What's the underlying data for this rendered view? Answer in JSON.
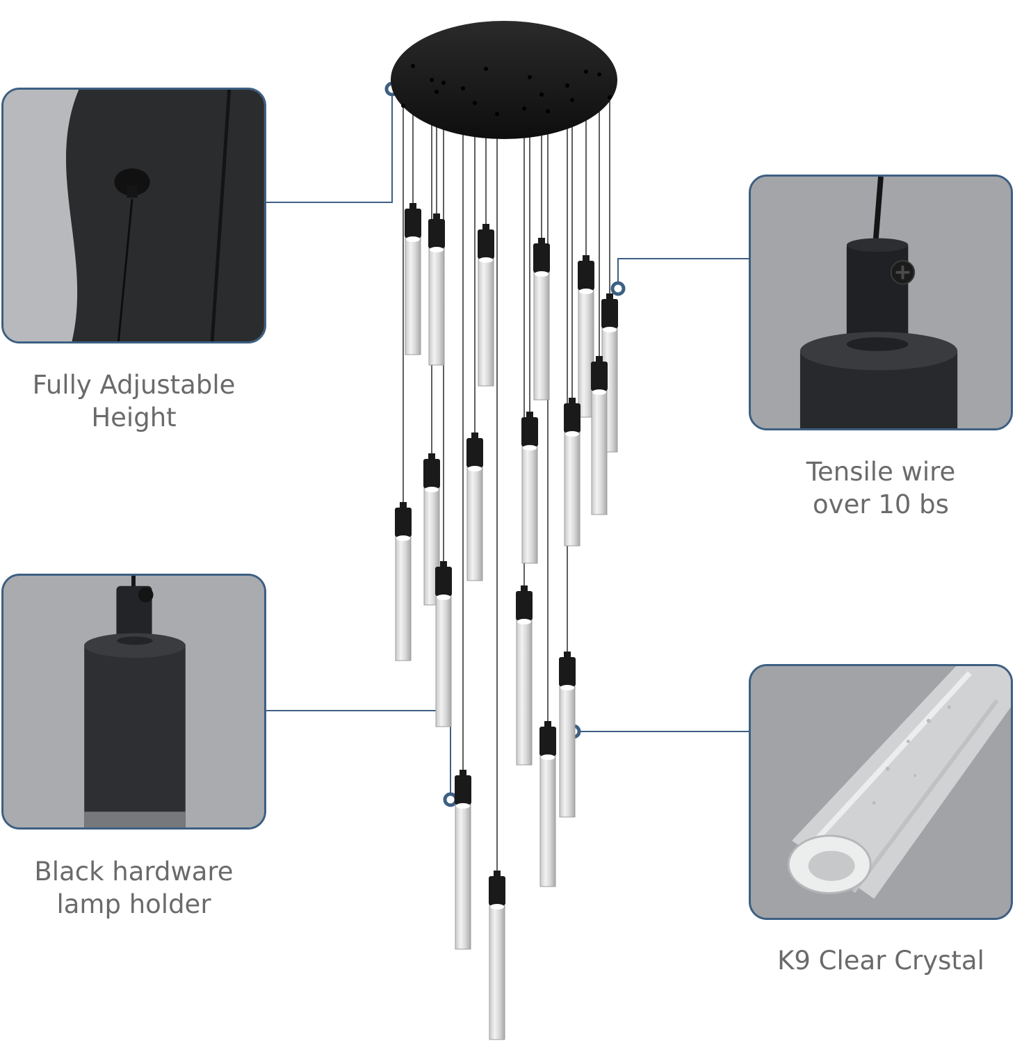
{
  "colors": {
    "accent": "#3d5f82",
    "caption_text": "#6a6a6a",
    "fixture_black": "#1a1a1a",
    "background": "#ffffff"
  },
  "features": [
    {
      "id": "adjustable-height",
      "line1": "Fully Adjustable",
      "line2": "Height",
      "icon": "canopy-closeup"
    },
    {
      "id": "tensile-wire",
      "line1": "Tensile wire",
      "line2": "over 10 bs",
      "icon": "holder-screw-closeup"
    },
    {
      "id": "lamp-holder",
      "line1": "Black hardware",
      "line2": "lamp holder",
      "icon": "holder-cylinder-closeup"
    },
    {
      "id": "crystal",
      "line1": "K9 Clear Crystal",
      "line2": "",
      "icon": "crystal-rod-closeup"
    }
  ]
}
